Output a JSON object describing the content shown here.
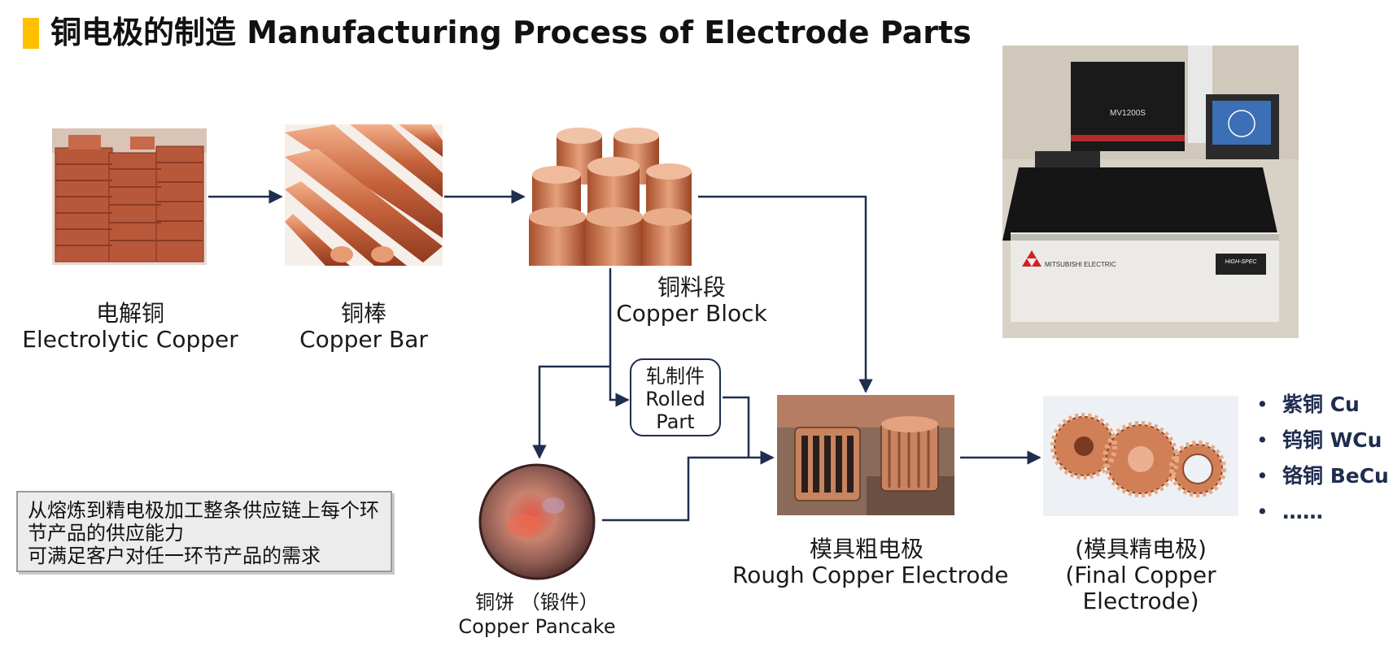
{
  "header": {
    "title": "铜电极的制造 Manufacturing Process of Electrode Parts",
    "accent_color": "#ffc000"
  },
  "nodes": {
    "electrolytic_copper": {
      "cn": "电解铜",
      "en": "Electrolytic Copper"
    },
    "copper_bar": {
      "cn": "铜棒",
      "en": "Copper Bar"
    },
    "copper_block": {
      "cn": "铜料段",
      "en": "Copper Block"
    },
    "rolled_part": {
      "cn": "轧制件",
      "en_line1": "Rolled",
      "en_line2": "Part"
    },
    "copper_pancake": {
      "cn": "铜饼 （锻件）",
      "en": "Copper Pancake"
    },
    "rough_electrode": {
      "cn": "模具粗电极",
      "en": "Rough Copper Electrode"
    },
    "final_electrode": {
      "cn": "(模具精电极)",
      "en_line1": "(Final Copper",
      "en_line2": "Electrode)"
    }
  },
  "note": {
    "line1": "从熔炼到精电极加工整条供应链上每个环",
    "line2": "节产品的供应能力",
    "line3": "可满足客户对任一环节产品的需求"
  },
  "alloys": {
    "bullet": "•",
    "items": [
      "紫铜 Cu",
      "钨铜 WCu",
      "铬铜 BeCu",
      "……"
    ]
  },
  "machine": {
    "brand": "MITSUBISHI ELECTRIC",
    "model": "MV1200S",
    "badge": "HIGH-SPEC"
  },
  "colors": {
    "arrow": "#1f2d4f",
    "copper": "#c8714a",
    "text_dark": "#1f2d4f"
  }
}
